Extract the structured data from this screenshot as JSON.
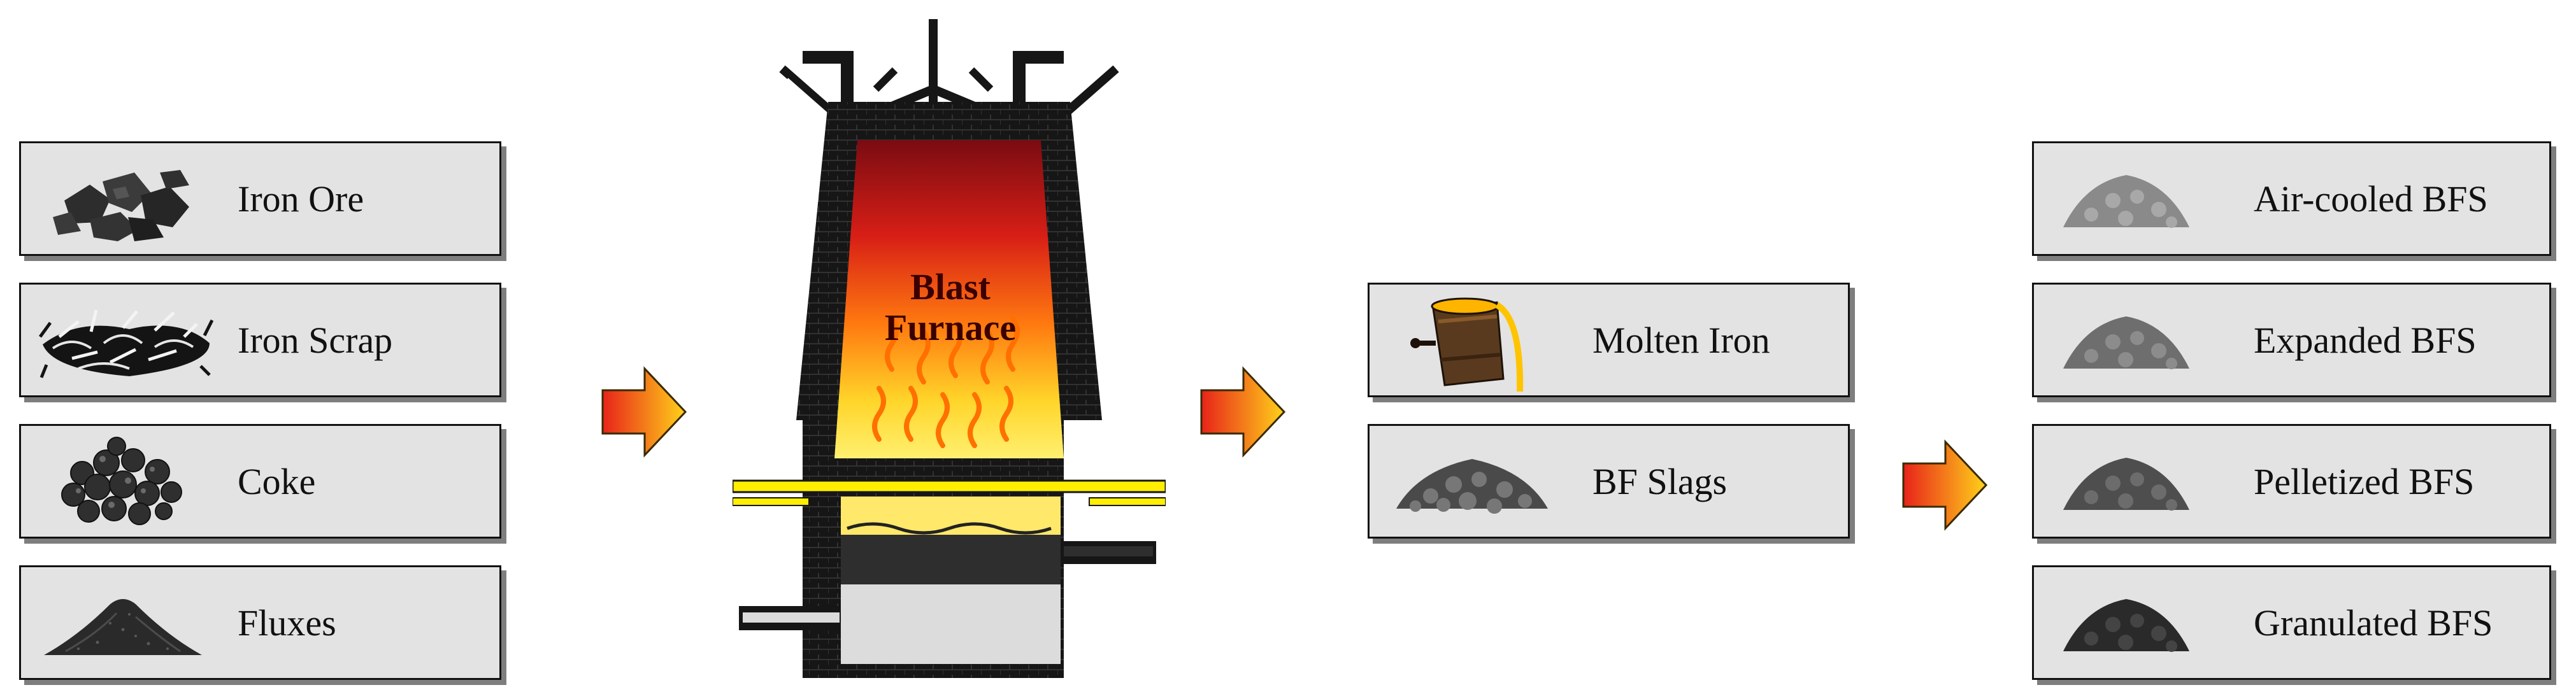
{
  "inputs": [
    {
      "label": "Iron Ore",
      "icon": "iron-ore-icon"
    },
    {
      "label": "Iron Scrap",
      "icon": "iron-scrap-icon"
    },
    {
      "label": "Coke",
      "icon": "coke-icon"
    },
    {
      "label": "Fluxes",
      "icon": "fluxes-icon"
    }
  ],
  "furnace": {
    "label_line1": "Blast",
    "label_line2": "Furnace"
  },
  "outputs": [
    {
      "label": "Molten Iron",
      "icon": "molten-iron-ladle-icon"
    },
    {
      "label": "BF Slags",
      "icon": "bf-slag-pile-icon"
    }
  ],
  "slag_types": [
    {
      "label": "Air-cooled BFS",
      "icon": "air-cooled-bfs-icon"
    },
    {
      "label": "Expanded BFS",
      "icon": "expanded-bfs-icon"
    },
    {
      "label": "Pelletized BFS",
      "icon": "pelletized-bfs-icon"
    },
    {
      "label": "Granulated BFS",
      "icon": "granulated-bfs-icon"
    }
  ],
  "colors": {
    "box_fill": "#e3e3e3",
    "box_shadow": "#7e7e7e",
    "arrow_start": "#e8231a",
    "arrow_end": "#ffd21a",
    "furnace_wall": "#161616",
    "flame": "#ff7a00",
    "hot_band": "#ffee00"
  }
}
